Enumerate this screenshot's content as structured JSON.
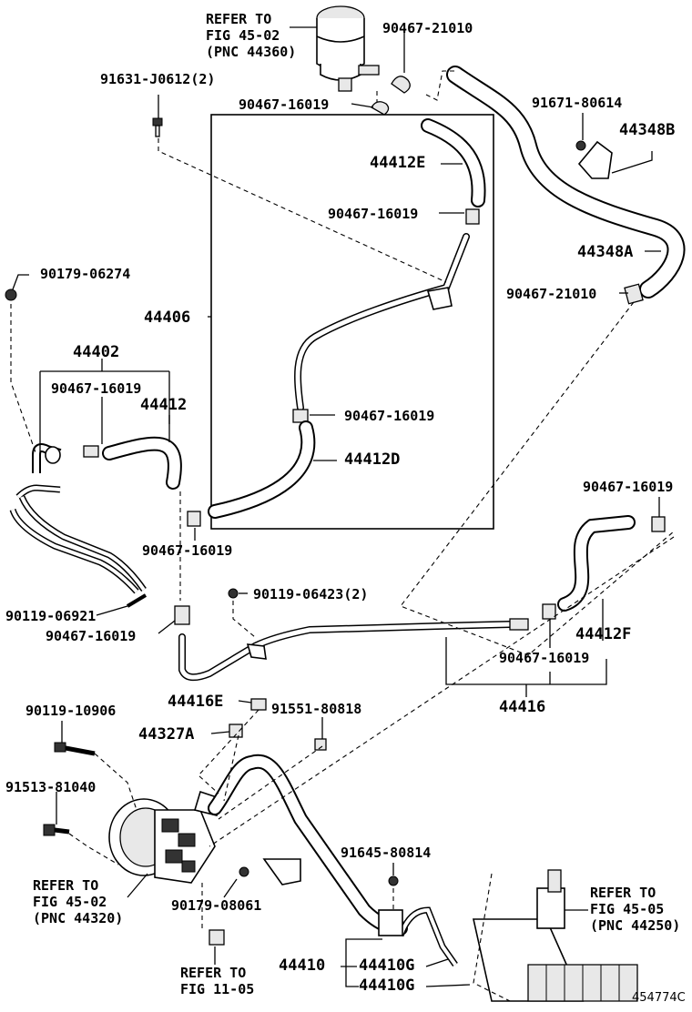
{
  "labels": {
    "refer_fig_45_02_top": "REFER TO\nFIG 45-02\n(PNC 44360)",
    "p_90467_21010_top": "90467-21010",
    "p_91631_J0612": "91631-J0612(2)",
    "p_90467_16019_a": "90467-16019",
    "p_91671_80614": "91671-80614",
    "p_44348B": "44348B",
    "p_44412E": "44412E",
    "p_90467_16019_b": "90467-16019",
    "p_44348A": "44348A",
    "p_90179_06274": "90179-06274",
    "p_90467_21010_mid": "90467-21010",
    "p_44406": "44406",
    "p_44402": "44402",
    "p_90467_16019_c": "90467-16019",
    "p_44412": "44412",
    "p_90467_16019_d": "90467-16019",
    "p_44412D": "44412D",
    "p_90467_16019_e": "90467-16019",
    "p_90467_16019_f": "90467-16019",
    "p_90119_06921": "90119-06921",
    "p_90119_06423": "90119-06423(2)",
    "p_90467_16019_g": "90467-16019",
    "p_44412F": "44412F",
    "p_90467_16019_h": "90467-16019",
    "p_44416": "44416",
    "p_90119_10906": "90119-10906",
    "p_44416E": "44416E",
    "p_91551_80818": "91551-80818",
    "p_44327A": "44327A",
    "p_91513_81040": "91513-81040",
    "p_91645_80814": "91645-80814",
    "refer_fig_45_02_bottom": "REFER TO\nFIG 45-02\n(PNC 44320)",
    "p_90179_08061": "90179-08061",
    "refer_fig_45_05": "REFER TO\nFIG 45-05\n(PNC 44250)",
    "p_44410": "44410",
    "p_44410G_a": "44410G",
    "p_44410G_b": "44410G",
    "refer_fig_11_05": "REFER TO\nFIG 11-05",
    "diagram_code": "454774C"
  }
}
